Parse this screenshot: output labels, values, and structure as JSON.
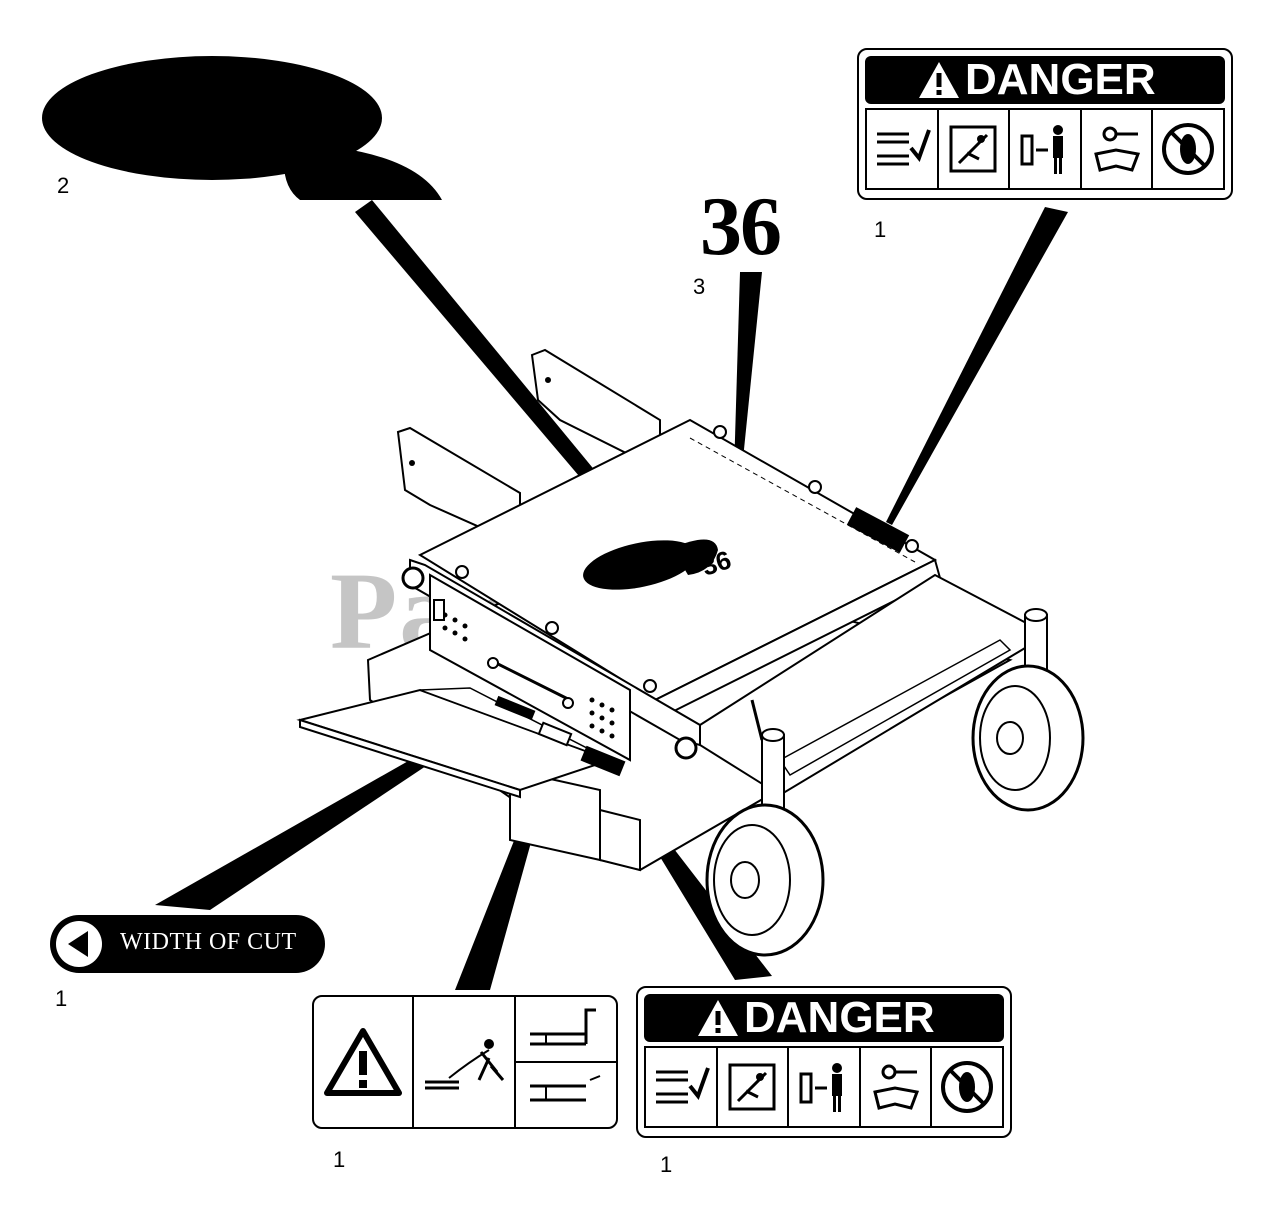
{
  "callouts": {
    "decal_logo": "2",
    "decal_36": "3",
    "danger_top": "1",
    "width_of_cut": "1",
    "warning_panel": "1",
    "danger_bottom": "1"
  },
  "decals": {
    "model_number": "36",
    "deck_model_number": "36",
    "danger_label": "DANGER",
    "width_of_cut_label": "WIDTH OF CUT"
  },
  "watermark": "PartsTree",
  "colors": {
    "decal_black": "#000000",
    "line": "#000000",
    "watermark": "#999999"
  }
}
